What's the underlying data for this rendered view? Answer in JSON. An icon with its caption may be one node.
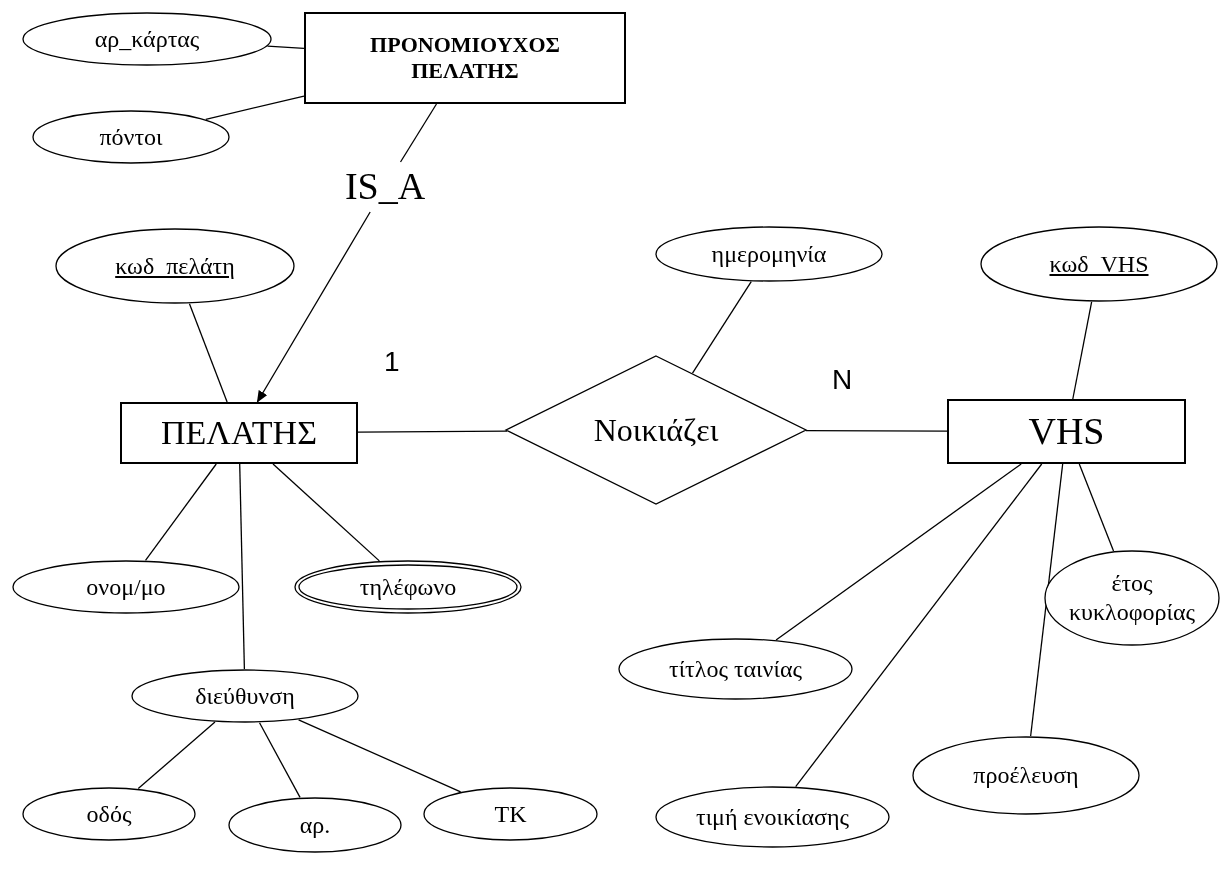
{
  "diagram": {
    "nodes": [
      {
        "text": [
          "ΠΡΟΝΟΜΙΟΥΧΟΣ ΠΕΛΑΤΗΣ"
        ]
      },
      {
        "text": [
          "αρ_κάρτας"
        ]
      },
      {
        "text": [
          "πόντοι"
        ]
      },
      {
        "text": [
          "IS_A"
        ]
      },
      {
        "text": [
          "κωδ_πελάτη"
        ]
      },
      {
        "text": [
          "ΠΕΛΑΤΗΣ"
        ]
      },
      {
        "text": [
          "ημερομηνία"
        ]
      },
      {
        "text": [
          "Νοικιάζει"
        ]
      },
      {
        "text": [
          "κωδ_VHS"
        ]
      },
      {
        "text": [
          "VHS"
        ]
      },
      {
        "text": [
          "ονομ/μο"
        ]
      },
      {
        "text": [
          "τηλέφωνο"
        ]
      },
      {
        "text": [
          "διεύθυνση"
        ]
      },
      {
        "text": [
          "οδός"
        ]
      },
      {
        "text": [
          "αρ."
        ]
      },
      {
        "text": [
          "ΤΚ"
        ]
      },
      {
        "text": [
          "έτος κυκλοφορίας"
        ]
      },
      {
        "text": [
          "τίτλος ταινίας"
        ]
      },
      {
        "text": [
          "τιμή ενοικίασης"
        ]
      },
      {
        "text": [
          "προέλευση"
        ]
      }
    ],
    "edges": [
      {
        "from": 1,
        "to": 0,
        "arrow": "none"
      },
      {
        "from": 2,
        "to": 0,
        "arrow": "none"
      },
      {
        "from": 0,
        "to": 3,
        "arrow": "none"
      },
      {
        "from": 3,
        "to": 5,
        "arrow": "to"
      },
      {
        "from": 4,
        "to": 5,
        "arrow": "none"
      },
      {
        "from": 5,
        "to": 7,
        "arrow": "none",
        "label": "1"
      },
      {
        "from": 7,
        "to": 9,
        "arrow": "none",
        "label": "N"
      },
      {
        "from": 6,
        "to": 7,
        "arrow": "none"
      },
      {
        "from": 8,
        "to": 9,
        "arrow": "none"
      },
      {
        "from": 5,
        "to": 10,
        "arrow": "none"
      },
      {
        "from": 5,
        "to": 11,
        "arrow": "none"
      },
      {
        "from": 5,
        "to": 12,
        "arrow": "none"
      },
      {
        "from": 12,
        "to": 13,
        "arrow": "none"
      },
      {
        "from": 12,
        "to": 14,
        "arrow": "none"
      },
      {
        "from": 12,
        "to": 15,
        "arrow": "none"
      },
      {
        "from": 9,
        "to": 16,
        "arrow": "none"
      },
      {
        "from": 9,
        "to": 17,
        "arrow": "none"
      },
      {
        "from": 9,
        "to": 18,
        "arrow": "none"
      },
      {
        "from": 9,
        "to": 19,
        "arrow": "none"
      }
    ]
  }
}
